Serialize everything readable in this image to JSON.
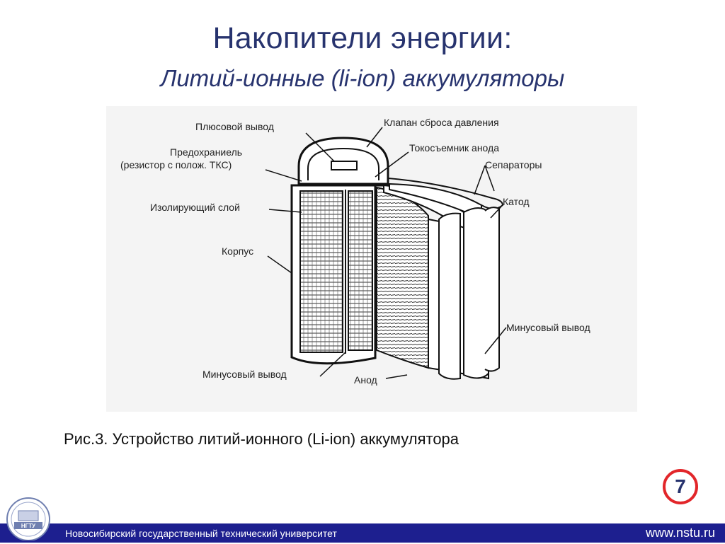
{
  "slide": {
    "title": "Накопители энергии:",
    "subtitle": "Литий-ионные (li-ion) аккумуляторы",
    "caption": "Рис.3. Устройство литий-ионного (Li-ion) аккумулятора",
    "slide_number": "7"
  },
  "diagram": {
    "labels": {
      "plus_terminal": "Плюсовой вывод",
      "fuse_line1": "Предохраниель",
      "fuse_line2": "(резистор с полож. ТКС)",
      "insulating_layer": "Изолирующий слой",
      "housing": "Корпус",
      "minus_terminal_bottom": "Минусовый вывод",
      "anode": "Анод",
      "pressure_valve": "Клапан сброса давления",
      "anode_collector": "Токосъемник анода",
      "separators": "Сепараторы",
      "cathode": "Катод",
      "minus_terminal_right": "Минусовый вывод"
    }
  },
  "footer": {
    "university": "Новосибирский государственный технический университет",
    "url": "www.nstu.ru",
    "logo_text": "НГТУ"
  }
}
